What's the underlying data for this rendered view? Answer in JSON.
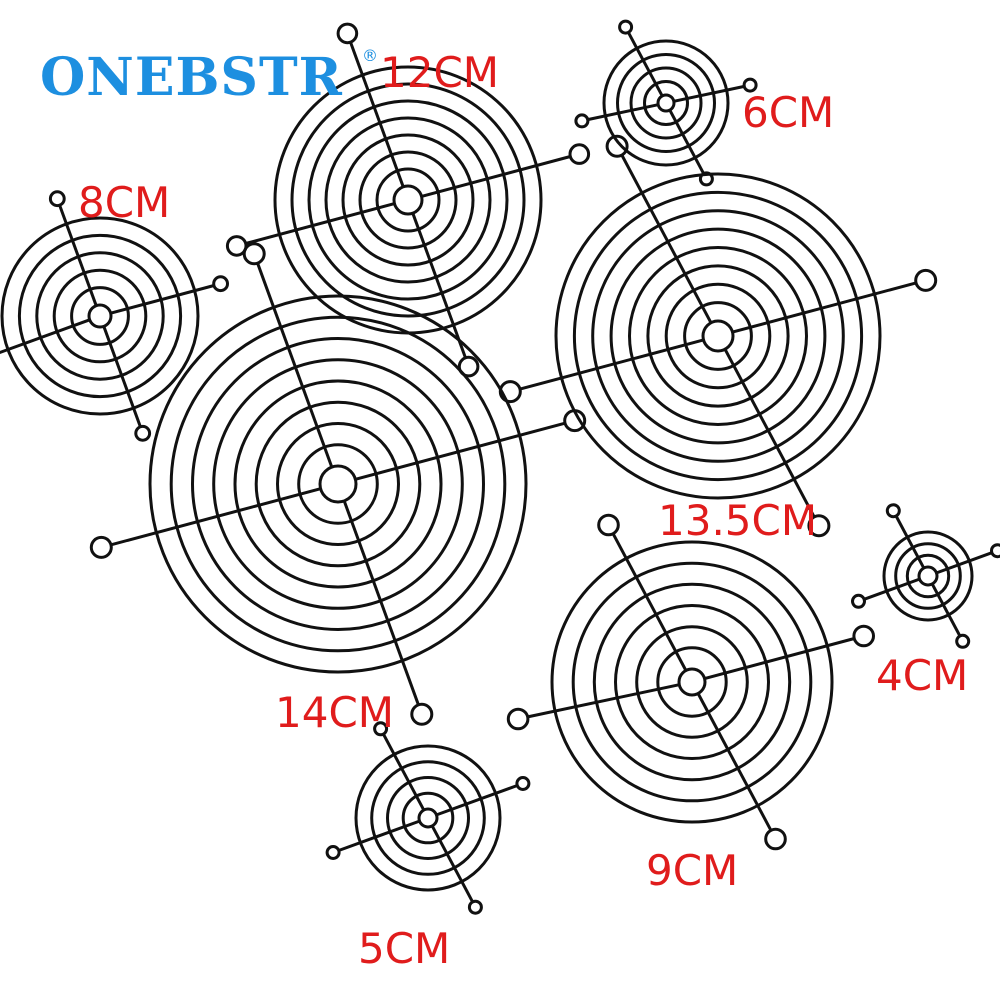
{
  "brand": {
    "name": "ONEBSTR",
    "mark": "®",
    "color": "#1d8fe0"
  },
  "label_color": "#e01c1c",
  "wire_color": "#111111",
  "grills": [
    {
      "id": "12",
      "label": "12CM"
    },
    {
      "id": "6",
      "label": "6CM"
    },
    {
      "id": "8",
      "label": "8CM"
    },
    {
      "id": "135",
      "label": "13.5CM"
    },
    {
      "id": "14",
      "label": "14CM"
    },
    {
      "id": "4",
      "label": "4CM"
    },
    {
      "id": "9",
      "label": "9CM"
    },
    {
      "id": "5",
      "label": "5CM"
    }
  ]
}
